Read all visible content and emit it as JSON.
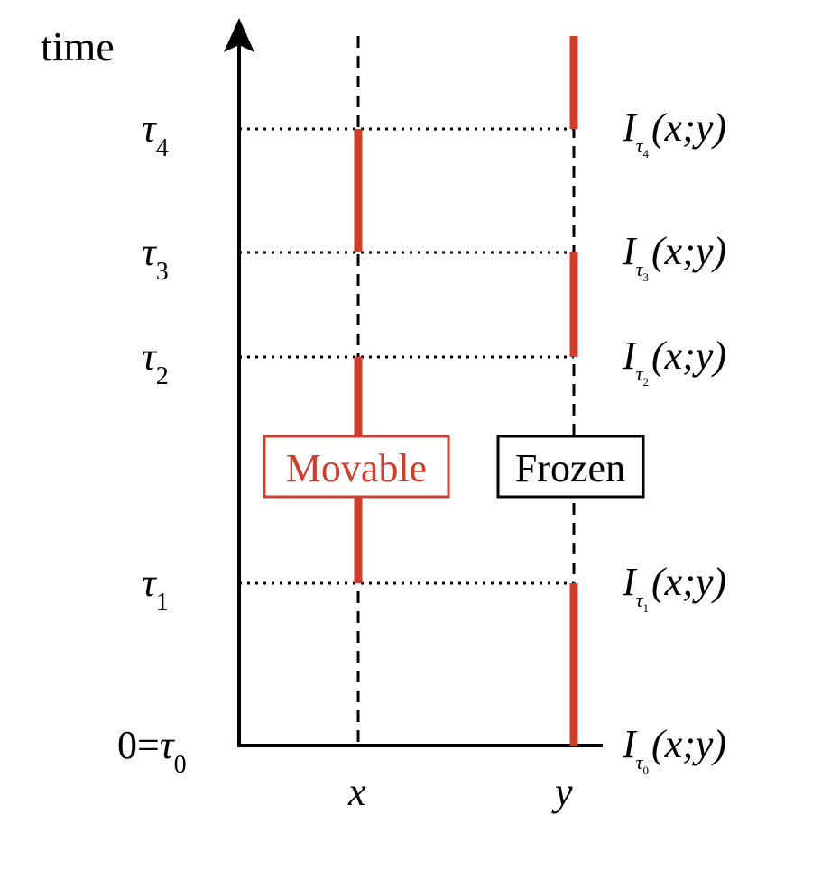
{
  "y_axis_label": "time",
  "columns": {
    "x": {
      "label": "x",
      "status": "Movable"
    },
    "y": {
      "label": "y",
      "status": "Frozen"
    }
  },
  "time_levels": [
    {
      "symbol": "τ",
      "prefix": "0=",
      "subscript": "0",
      "mi_label": "I",
      "mi_sub": "τ",
      "mi_subsub": "0",
      "mi_args": "(x;y)"
    },
    {
      "symbol": "τ",
      "prefix": "",
      "subscript": "1",
      "mi_label": "I",
      "mi_sub": "τ",
      "mi_subsub": "1",
      "mi_args": "(x;y)"
    },
    {
      "symbol": "τ",
      "prefix": "",
      "subscript": "2",
      "mi_label": "I",
      "mi_sub": "τ",
      "mi_subsub": "2",
      "mi_args": "(x;y)"
    },
    {
      "symbol": "τ",
      "prefix": "",
      "subscript": "3",
      "mi_label": "I",
      "mi_sub": "τ",
      "mi_subsub": "3",
      "mi_args": "(x;y)"
    },
    {
      "symbol": "τ",
      "prefix": "",
      "subscript": "4",
      "mi_label": "I",
      "mi_sub": "τ",
      "mi_subsub": "4",
      "mi_args": "(x;y)"
    }
  ],
  "colors": {
    "accent": "#cc3f2e",
    "line": "#000000"
  }
}
